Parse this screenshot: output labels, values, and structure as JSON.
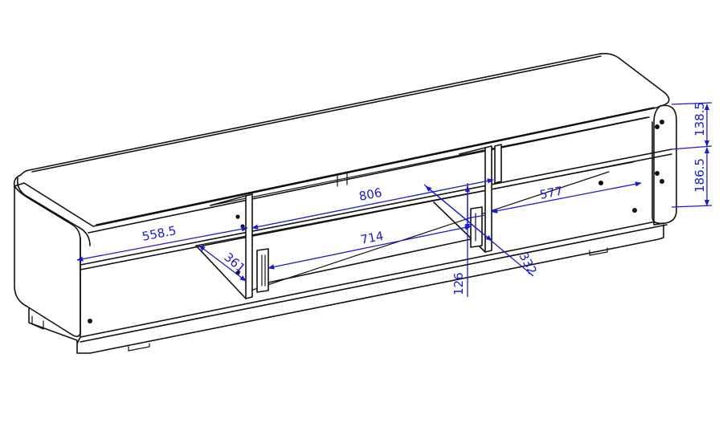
{
  "dimensions": {
    "d_558_5": "558.5",
    "d_361": "361",
    "d_806": "806",
    "d_714": "714",
    "d_577": "577",
    "d_332": "332",
    "d_126": "126",
    "d_138_5": "138.5",
    "d_186_5": "186.5"
  },
  "colors": {
    "outline": "#111111",
    "dimension": "#1a1ad6",
    "background": "#ffffff"
  }
}
